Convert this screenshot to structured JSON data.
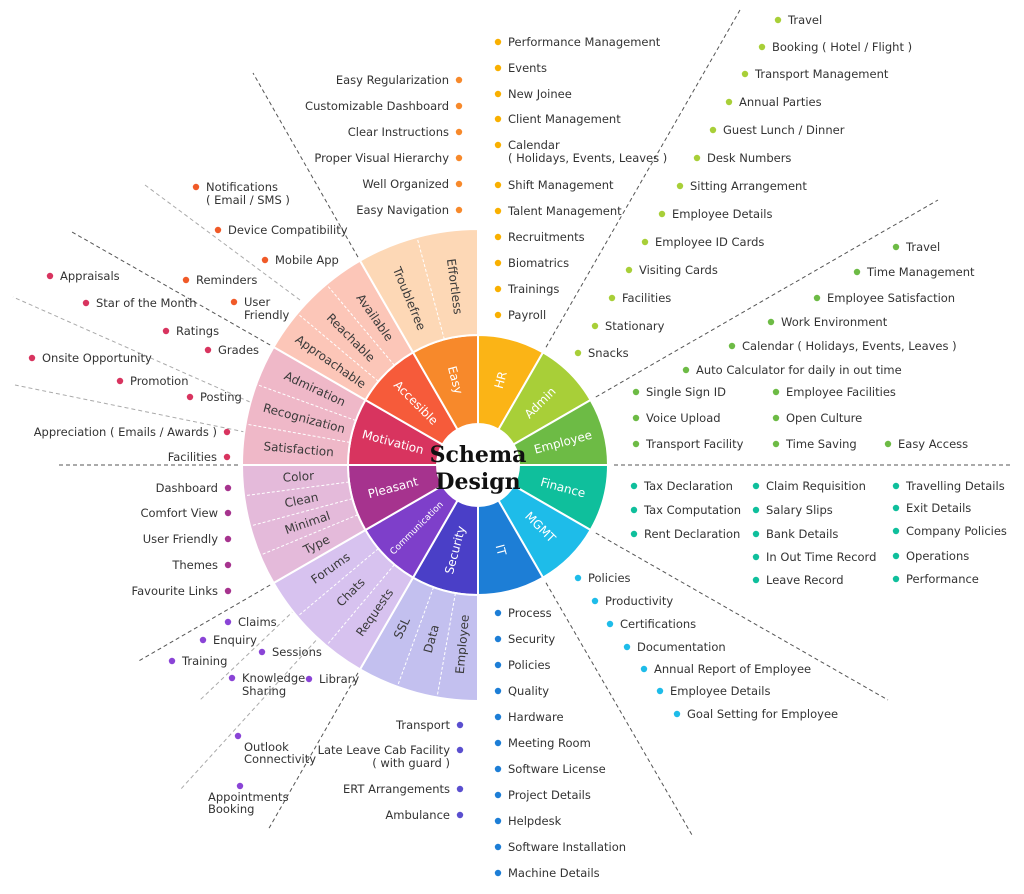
{
  "center": {
    "line1": "Schema",
    "line2": "Design"
  },
  "segments": [
    {
      "key": "hr",
      "label": "HR",
      "color": "#fbb416",
      "outer_color": null,
      "subs": []
    },
    {
      "key": "admin",
      "label": "Admin",
      "color": "#a8cf38",
      "outer_color": null,
      "subs": []
    },
    {
      "key": "employee",
      "label": "Employee",
      "color": "#6dbb45",
      "outer_color": null,
      "subs": []
    },
    {
      "key": "finance",
      "label": "Finance",
      "color": "#0fbf9c",
      "outer_color": null,
      "subs": []
    },
    {
      "key": "mgmt",
      "label": "MGMT",
      "color": "#1ebce9",
      "outer_color": null,
      "subs": []
    },
    {
      "key": "it",
      "label": "IT",
      "color": "#1d7ed6",
      "outer_color": null,
      "subs": []
    },
    {
      "key": "security",
      "label": "Security",
      "color": "#4a3fc7",
      "outer_color": "#c3c0ef",
      "subs": [
        "Employee",
        "Data",
        "SSL"
      ]
    },
    {
      "key": "communication",
      "label": "Communication",
      "color": "#7e3fca",
      "outer_color": "#d7c2ef",
      "subs": [
        "Requests",
        "Chats",
        "Forums"
      ]
    },
    {
      "key": "pleasant",
      "label": "Pleasant",
      "color": "#a6338e",
      "outer_color": "#e4bada",
      "subs": [
        "Type",
        "Minimal",
        "Clean",
        "Color"
      ]
    },
    {
      "key": "motivation",
      "label": "Motivation",
      "color": "#d8345f",
      "outer_color": "#efb8c8",
      "subs": [
        "Satisfaction",
        "Recognization",
        "Admiration"
      ]
    },
    {
      "key": "accesible",
      "label": "Accesible",
      "color": "#f65b3a",
      "outer_color": "#fcc6b8",
      "subs": [
        "Approachable",
        "Reachable",
        "Available"
      ]
    },
    {
      "key": "easy",
      "label": "Easy",
      "color": "#f7892b",
      "outer_color": "#fdd8b6",
      "subs": [
        "Troublefree",
        "Effortless"
      ]
    }
  ],
  "groups": {
    "hr": {
      "color": "#f9b000",
      "items": [
        "Performance Management",
        "Events",
        "New Joinee",
        "Client Management",
        [
          "Calendar",
          "( Holidays, Events, Leaves )"
        ],
        "Shift Management",
        "Talent Management",
        "Recruitments",
        "Biomatrics",
        "Trainings",
        "Payroll"
      ]
    },
    "easy": {
      "color": "#f7892b",
      "items": [
        "Easy Regularization",
        "Customizable Dashboard",
        "Clear Instructions",
        "Proper Visual Hierarchy",
        "Well Organized",
        "Easy Navigation"
      ]
    },
    "admin": {
      "color": "#a8cf38",
      "items": [
        "Travel",
        "Booking ( Hotel / Flight )",
        "Transport Management",
        "Annual Parties",
        "Guest Lunch / Dinner",
        "Desk Numbers",
        "Sitting Arrangement",
        "Employee Details",
        "Employee ID Cards",
        "Visiting Cards",
        "Facilities",
        "Stationary",
        "Snacks"
      ]
    },
    "employee": {
      "color": "#6dbb45",
      "items": [
        "Travel",
        "Time Management",
        "Employee Satisfaction",
        "Work Environment",
        "Calendar ( Holidays, Events, Leaves )",
        "Auto Calculator for daily in out time",
        "Single Sign ID",
        "Voice Upload",
        "Transport Facility",
        "Employee Facilities",
        "Open Culture",
        "Time Saving",
        "Easy Access"
      ]
    },
    "finance": {
      "color": "#0fbf9c",
      "items": [
        "Tax Declaration",
        "Tax Computation",
        "Rent Declaration",
        "Claim Requisition",
        "Salary Slips",
        "Bank Details",
        "In Out Time Record",
        "Leave Record",
        "Travelling Details",
        "Exit Details",
        "Company Policies",
        "Operations",
        "Performance"
      ]
    },
    "mgmt": {
      "color": "#1ebce9",
      "items": [
        "Policies",
        "Productivity",
        "Certifications",
        "Documentation",
        "Annual Report of Employee",
        "Employee Details",
        "Goal Setting for Employee"
      ]
    },
    "it": {
      "color": "#1d7ed6",
      "items": [
        "Process",
        "Security",
        "Policies",
        "Quality",
        "Hardware",
        "Meeting Room",
        "Software License",
        "Project Details",
        "Helpdesk",
        "Software Installation",
        "Machine Details"
      ]
    },
    "security": {
      "color": "#5a4fcf",
      "items": [
        "Transport",
        [
          "Late Leave Cab Facility",
          "( with guard )"
        ],
        "ERT Arrangements",
        "Ambulance"
      ]
    },
    "communication": {
      "color": "#8a44d6",
      "items": [
        "Claims",
        "Enquiry",
        "Training",
        "Sessions",
        [
          "Knowledge",
          "Sharing"
        ],
        "Library",
        [
          "Outlook",
          "Connectivity"
        ],
        [
          "Appointments",
          "Booking"
        ]
      ]
    },
    "pleasant": {
      "color": "#a6338e",
      "items": [
        "Dashboard",
        "Comfort View",
        "User Friendly",
        "Themes",
        "Favourite Links"
      ]
    },
    "motivation": {
      "color": "#d8345f",
      "items": [
        "Appraisals",
        "Star of the Month",
        "Ratings",
        "Grades",
        "Onsite Opportunity",
        "Promotion",
        "Posting",
        "Appreciation ( Emails / Awards )",
        "Facilities"
      ]
    },
    "accesible": {
      "color": "#f05a28",
      "items": [
        [
          "Notifications",
          "( Email / SMS )"
        ],
        "Device Compatibility",
        "Mobile App",
        "Reminders",
        [
          "User",
          "Friendly"
        ]
      ]
    }
  }
}
